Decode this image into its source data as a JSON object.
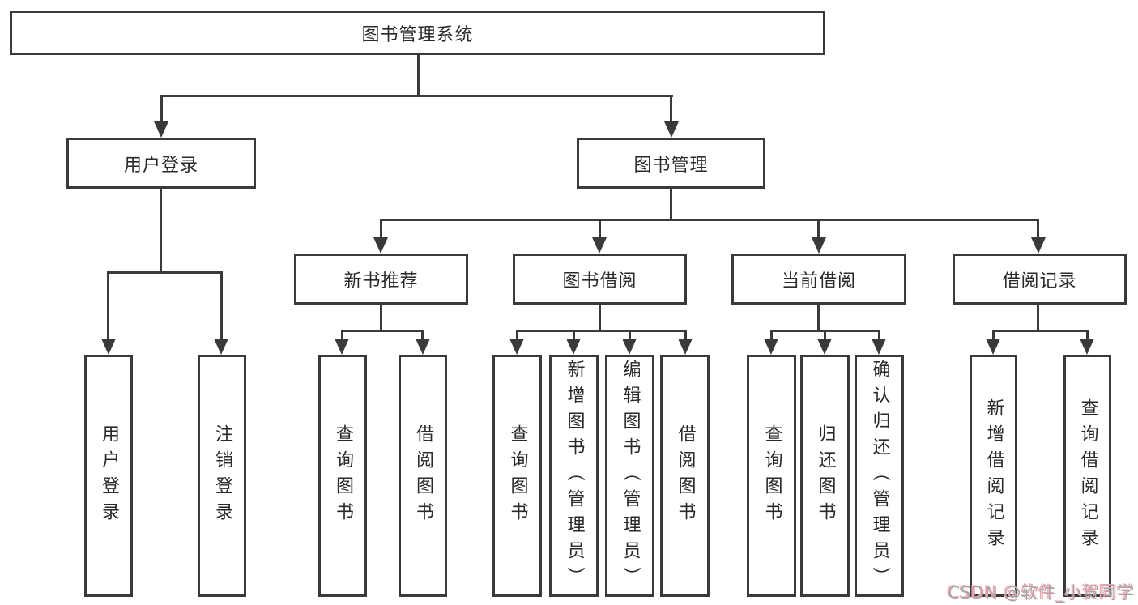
{
  "tree": {
    "label": "图书管理系统",
    "children": [
      {
        "label": "用户登录",
        "children": [
          {
            "label": "用户登录"
          },
          {
            "label": "注销登录"
          }
        ]
      },
      {
        "label": "图书管理",
        "children": [
          {
            "label": "新书推荐",
            "children": [
              {
                "label": "查询图书"
              },
              {
                "label": "借阅图书"
              }
            ]
          },
          {
            "label": "图书借阅",
            "children": [
              {
                "label": "查询图书"
              },
              {
                "label": "新增图书（管理员）"
              },
              {
                "label": "编辑图书（管理员）"
              },
              {
                "label": "借阅图书"
              }
            ]
          },
          {
            "label": "当前借阅",
            "children": [
              {
                "label": "查询图书"
              },
              {
                "label": "归还图书"
              },
              {
                "label": "确认归还（管理员）"
              }
            ]
          },
          {
            "label": "借阅记录",
            "children": [
              {
                "label": "新增借阅记录"
              },
              {
                "label": "查询借阅记录"
              }
            ]
          }
        ]
      }
    ]
  },
  "watermark": {
    "text": "CSDN @软件_小贺同学"
  },
  "colors": {
    "line": "#3a3a3a",
    "text": "#2a2a2a",
    "background": "#ffffff",
    "watermark_text": "#a7a7a7",
    "watermark_shadow": "#f8a3ac"
  }
}
